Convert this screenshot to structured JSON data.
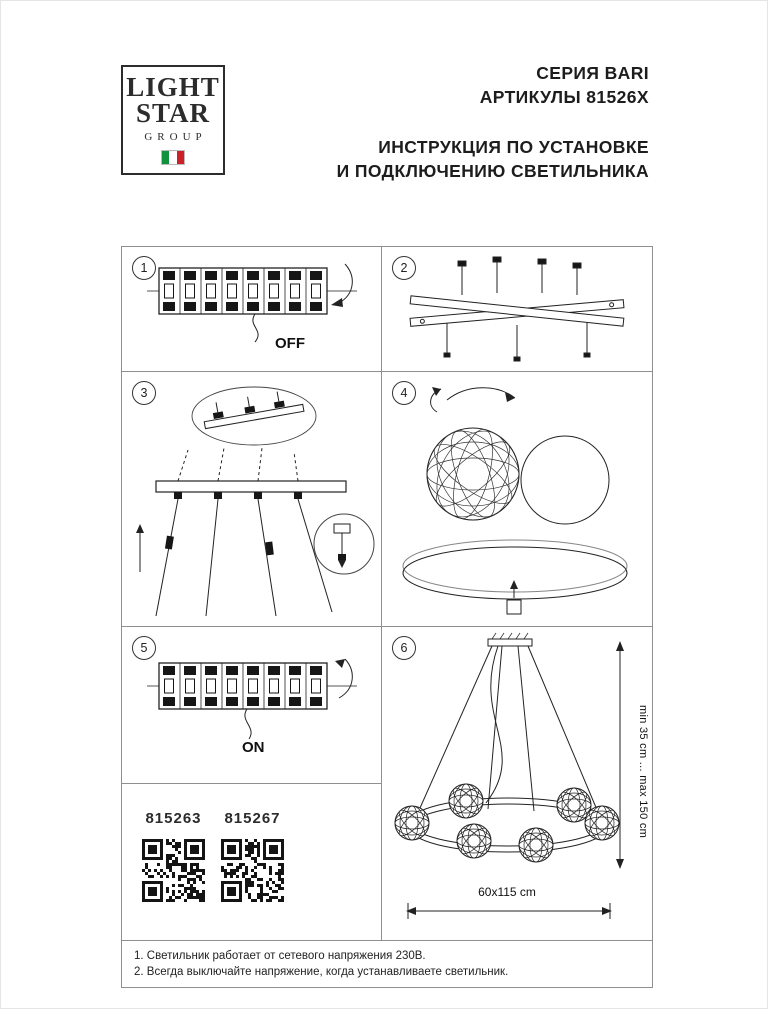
{
  "logo": {
    "line1": "LIGHT",
    "line2": "STAR",
    "line3": "GROUP"
  },
  "header": {
    "series": "СЕРИЯ BARI",
    "articles": "АРТИКУЛЫ 81526X",
    "instruction_line1": "ИНСТРУКЦИЯ ПО УСТАНОВКЕ",
    "instruction_line2": "И ПОДКЛЮЧЕНИЮ СВЕТИЛЬНИКА"
  },
  "steps": {
    "step1": {
      "number": "1",
      "label": "OFF"
    },
    "step2": {
      "number": "2"
    },
    "step3": {
      "number": "3"
    },
    "step4": {
      "number": "4"
    },
    "step5": {
      "number": "5",
      "label": "ON"
    },
    "step6": {
      "number": "6",
      "dim_vertical": "min 35 cm ... max 150 cm",
      "dim_horizontal": "60x115 cm"
    }
  },
  "qr_codes": [
    {
      "code": "815263"
    },
    {
      "code": "815267"
    }
  ],
  "footer": {
    "note1": "1. Светильник работает от сетевого напряжения 230В.",
    "note2": "2. Всегда выключайте напряжение, когда устанавливаете светильник."
  }
}
